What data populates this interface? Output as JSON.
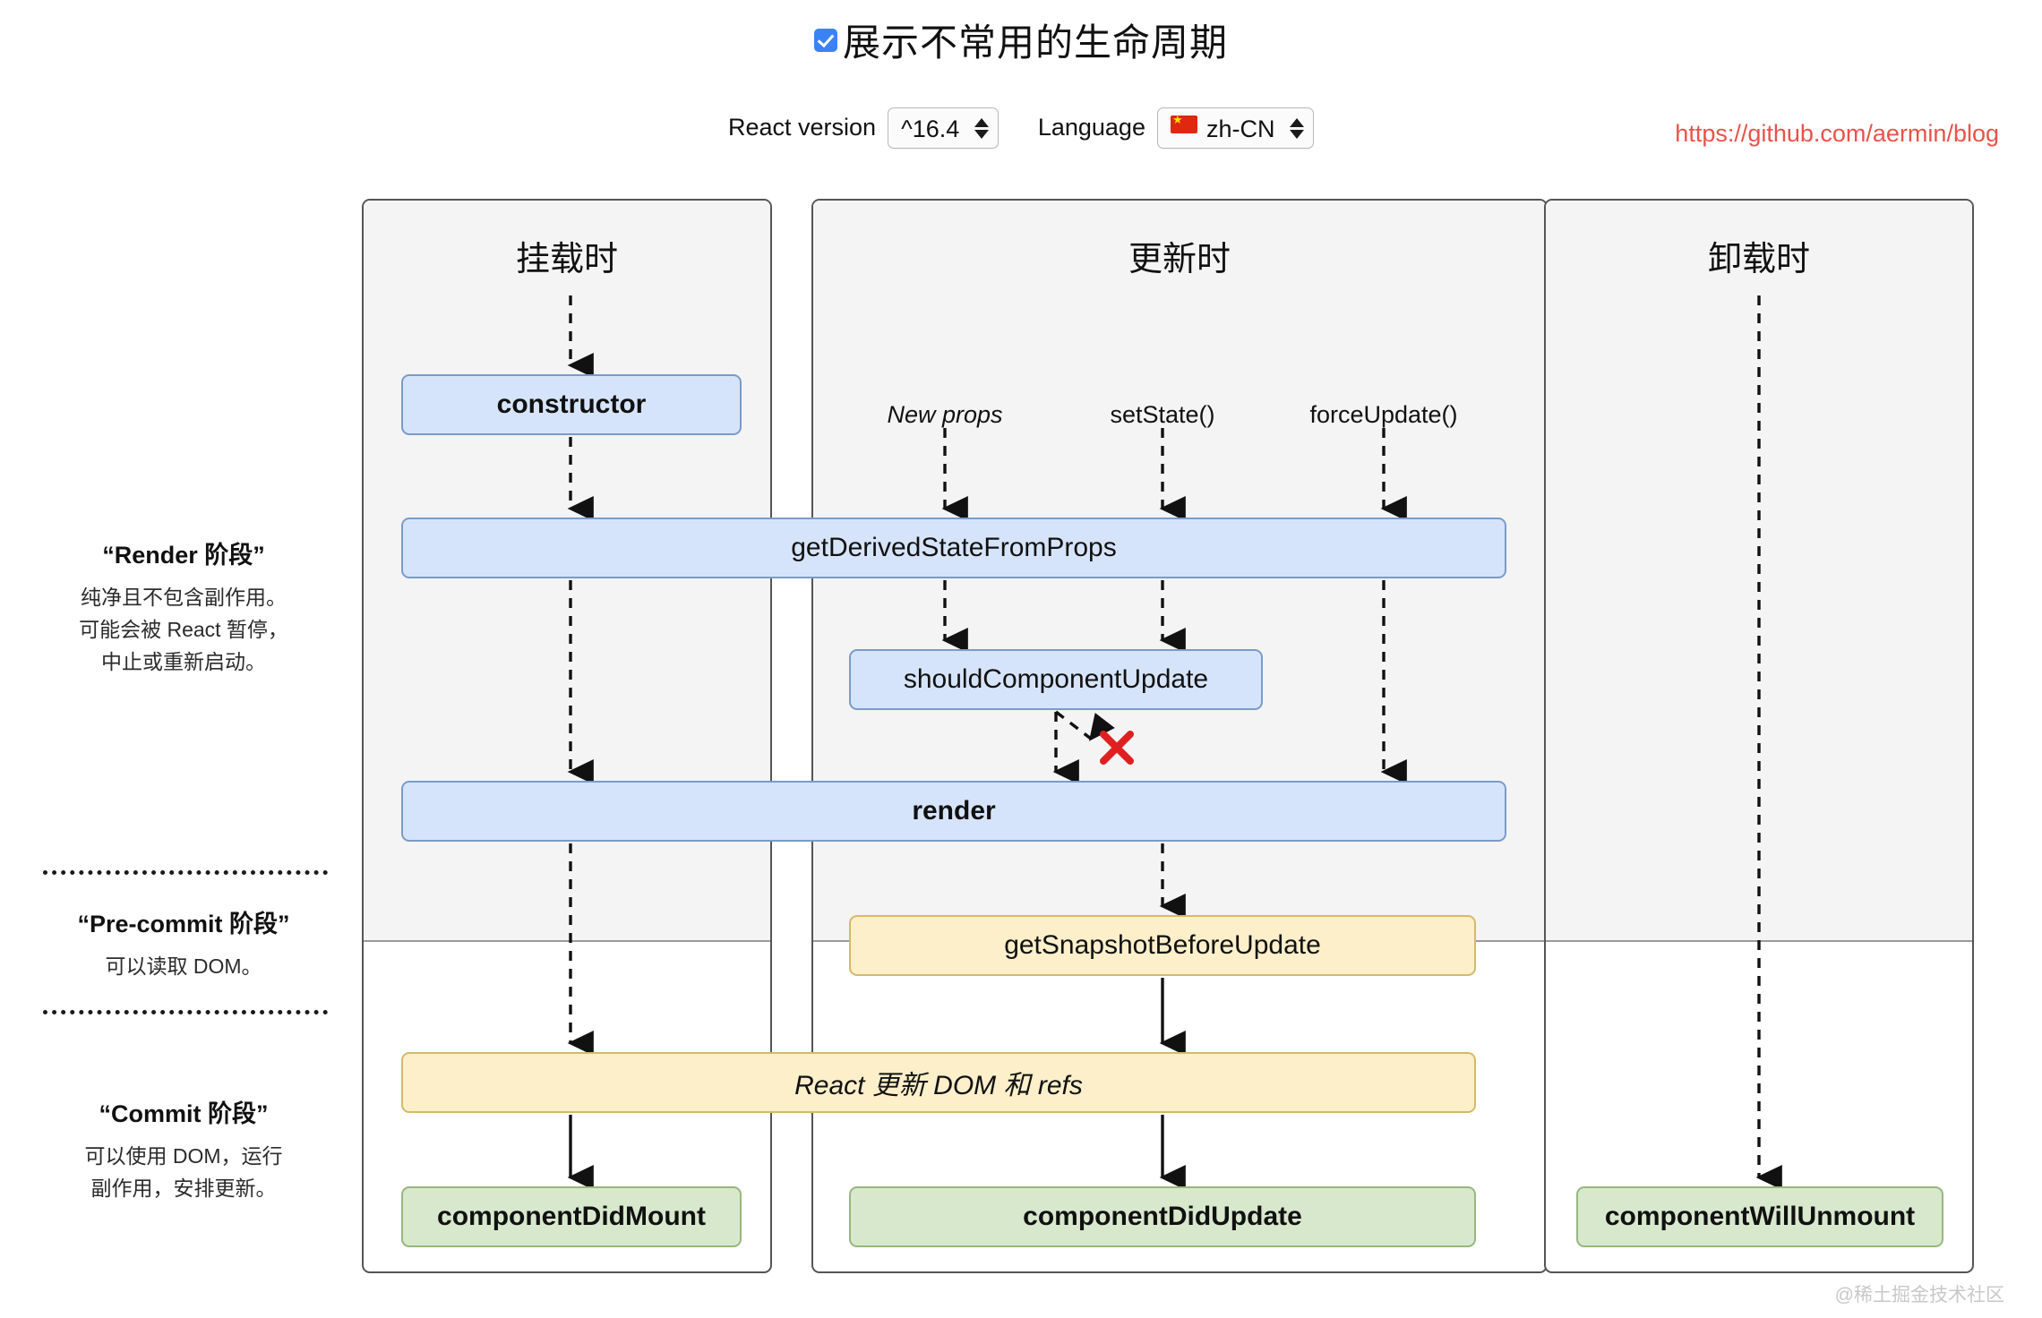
{
  "header": {
    "checkbox_checked": true,
    "checkbox_icon": "checkbox-checked-icon",
    "title": "展示不常用的生命周期"
  },
  "controls": {
    "react_version_label": "React version",
    "react_version_value": "^16.4",
    "language_label": "Language",
    "language_value": "zh-CN",
    "language_flag_icon": "flag-cn-icon",
    "stepper_icon": "spinner-updown-icon"
  },
  "repo_url": "https://github.com/aermin/blog",
  "watermark": "@稀土掘金技术社区",
  "phase_notes": [
    {
      "id": "render",
      "title": "“Render 阶段”",
      "desc_lines": [
        "纯净且不包含副作用。",
        "可能会被 React 暂停，",
        "中止或重新启动。"
      ]
    },
    {
      "id": "pre-commit",
      "title": "“Pre-commit 阶段”",
      "desc_lines": [
        "可以读取 DOM。"
      ]
    },
    {
      "id": "commit",
      "title": "“Commit 阶段”",
      "desc_lines": [
        "可以使用 DOM，运行",
        "副作用，安排更新。"
      ]
    }
  ],
  "columns": [
    {
      "id": "mount",
      "title": "挂载时"
    },
    {
      "id": "update",
      "title": "更新时"
    },
    {
      "id": "unmount",
      "title": "卸载时"
    }
  ],
  "triggers": [
    {
      "id": "new-props",
      "label": "New props",
      "italic": true
    },
    {
      "id": "set-state",
      "label": "setState()",
      "italic": false
    },
    {
      "id": "force-update",
      "label": "forceUpdate()",
      "italic": false
    }
  ],
  "lifecycle_boxes": [
    {
      "id": "constructor",
      "label": "constructor",
      "color": "blue",
      "bold": true,
      "italic": false
    },
    {
      "id": "getDerivedStateFromProps",
      "label": "getDerivedStateFromProps",
      "color": "blue",
      "bold": false,
      "italic": false
    },
    {
      "id": "shouldComponentUpdate",
      "label": "shouldComponentUpdate",
      "color": "blue",
      "bold": false,
      "italic": false
    },
    {
      "id": "render",
      "label": "render",
      "color": "blue",
      "bold": true,
      "italic": false
    },
    {
      "id": "getSnapshotBeforeUpdate",
      "label": "getSnapshotBeforeUpdate",
      "color": "yellow",
      "bold": false,
      "italic": false
    },
    {
      "id": "reactUpdatesDom",
      "label": "React 更新 DOM 和 refs",
      "color": "yellow",
      "bold": false,
      "italic": true
    },
    {
      "id": "componentDidMount",
      "label": "componentDidMount",
      "color": "green",
      "bold": true,
      "italic": false
    },
    {
      "id": "componentDidUpdate",
      "label": "componentDidUpdate",
      "color": "green",
      "bold": true,
      "italic": false
    },
    {
      "id": "componentWillUnmount",
      "label": "componentWillUnmount",
      "color": "green",
      "bold": true,
      "italic": false
    }
  ],
  "markers": {
    "abort_icon": "red-x-icon",
    "abort_color": "#e02020"
  },
  "colors": {
    "blue_fill": "#d6e4fb",
    "blue_border": "#7a9bc9",
    "yellow_fill": "#fcefc9",
    "yellow_border": "#d5b86a",
    "green_fill": "#d8e8cd",
    "green_border": "#96b77f",
    "panel_upper": "#f4f4f4",
    "panel_border": "#555555",
    "accent_link": "#e8524a",
    "checkbox_blue": "#3b82f6"
  }
}
